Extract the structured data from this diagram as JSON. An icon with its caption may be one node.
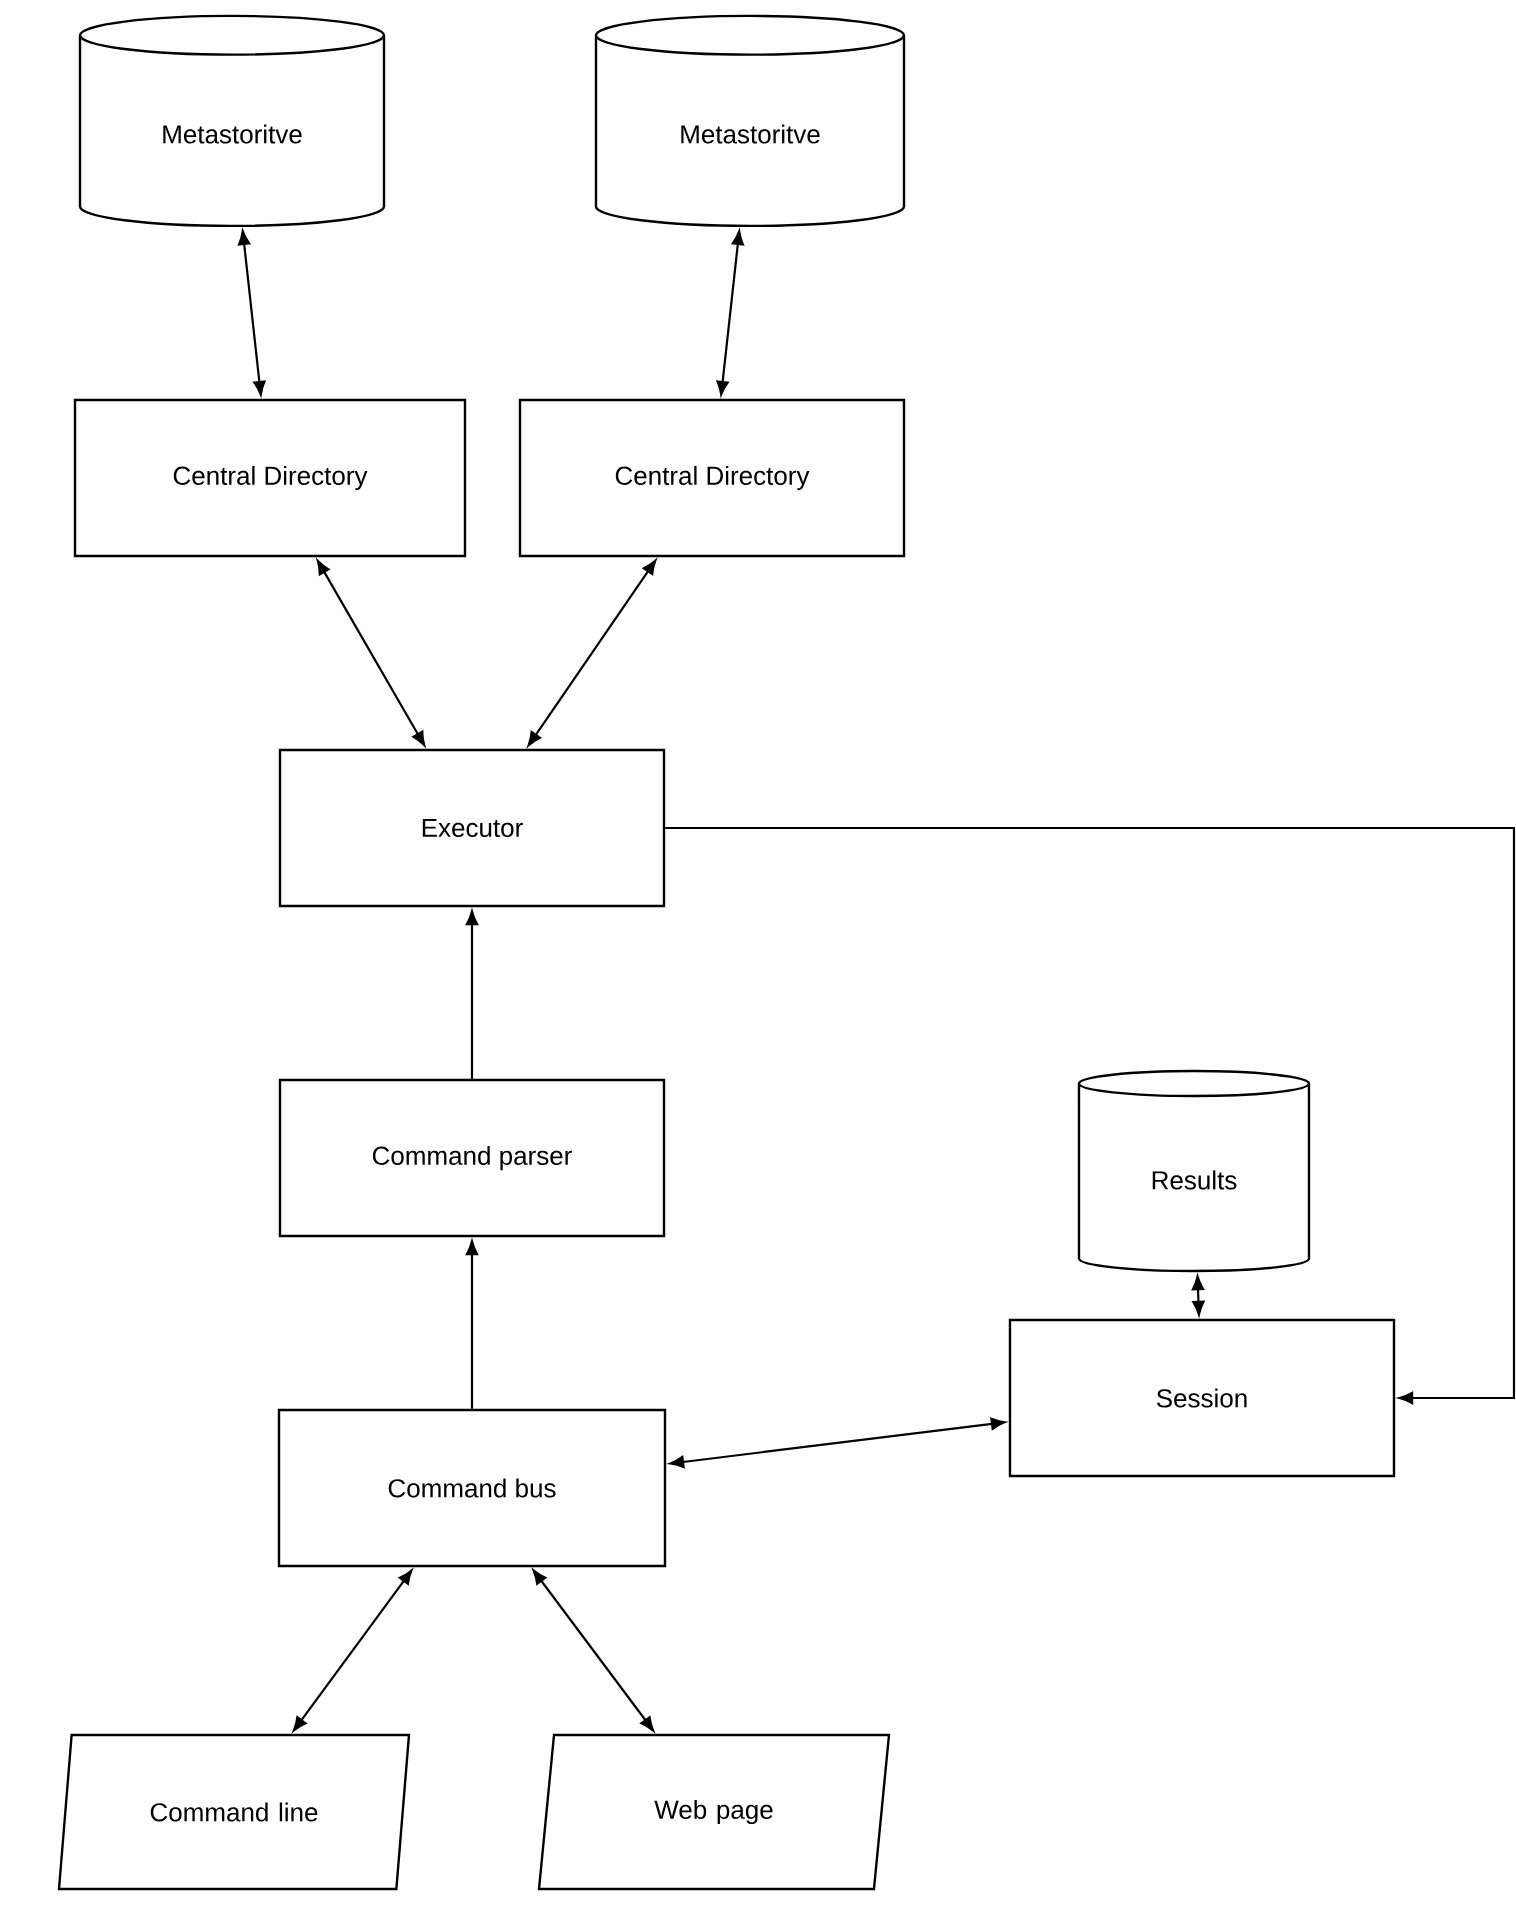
{
  "diagram": {
    "nodes": [
      {
        "text": [
          "Metastoritve"
        ]
      },
      {
        "text": [
          "Metastoritve"
        ]
      },
      {
        "text": [
          "Central Directory"
        ]
      },
      {
        "text": [
          "Central Directory"
        ]
      },
      {
        "text": [
          "Executor"
        ]
      },
      {
        "text": [
          "Command parser"
        ]
      },
      {
        "text": [
          "Results"
        ]
      },
      {
        "text": [
          "Session"
        ]
      },
      {
        "text": [
          "Command bus"
        ]
      },
      {
        "text": [
          "Command line"
        ]
      },
      {
        "text": [
          "Web page"
        ]
      }
    ],
    "edges": [
      {
        "from": 0,
        "to": 2,
        "arrow": "both"
      },
      {
        "from": 1,
        "to": 3,
        "arrow": "both"
      },
      {
        "from": 2,
        "to": 4,
        "arrow": "both"
      },
      {
        "from": 3,
        "to": 4,
        "arrow": "both"
      },
      {
        "from": 5,
        "to": 4,
        "arrow": "to"
      },
      {
        "from": 8,
        "to": 5,
        "arrow": "to"
      },
      {
        "from": 8,
        "to": 7,
        "arrow": "both"
      },
      {
        "from": 6,
        "to": 7,
        "arrow": "both"
      },
      {
        "from": 8,
        "to": 9,
        "arrow": "both"
      },
      {
        "from": 8,
        "to": 10,
        "arrow": "both"
      },
      {
        "from": 4,
        "to": 7,
        "arrow": "to"
      }
    ]
  }
}
